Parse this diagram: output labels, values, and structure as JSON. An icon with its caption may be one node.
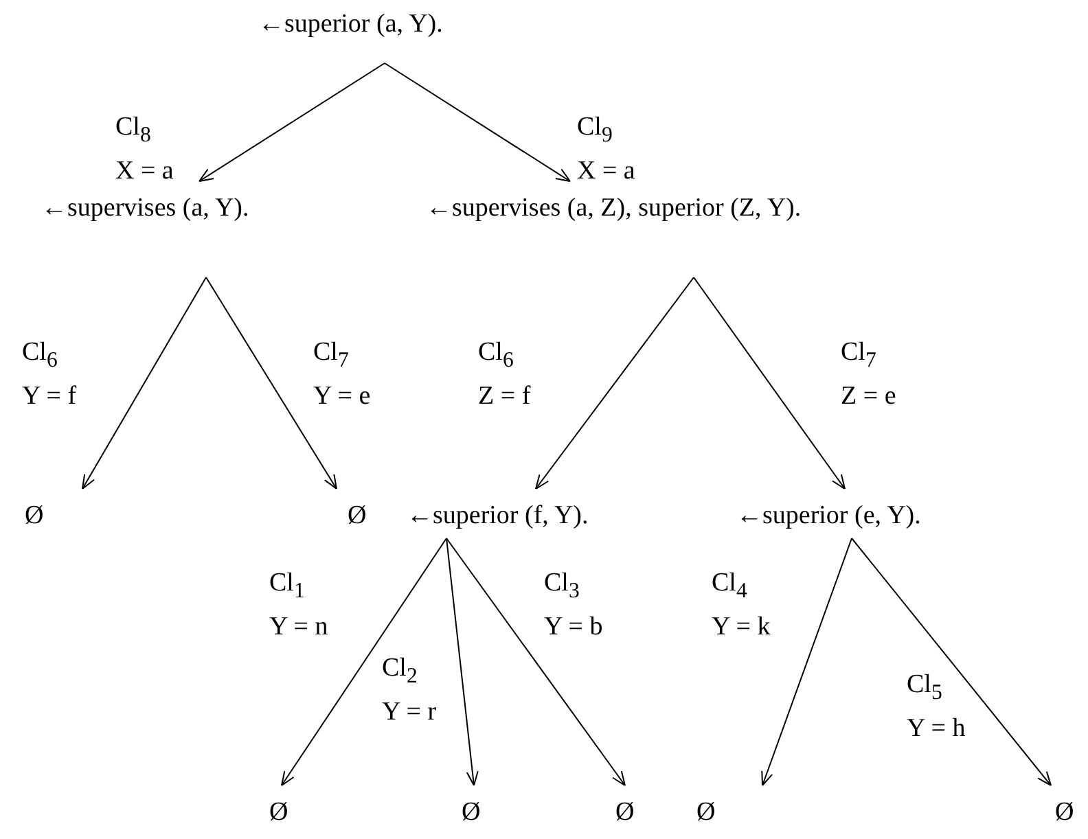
{
  "diagram": {
    "nodes": [
      {
        "text": [
          "←superior (a, Y)."
        ]
      },
      {
        "text": [
          "←supervises (a, Y)."
        ]
      },
      {
        "text": [
          "←supervises (a, Z), superior (Z, Y)."
        ]
      },
      {
        "text": [
          "Ø"
        ]
      },
      {
        "text": [
          "Ø"
        ]
      },
      {
        "text": [
          "←superior (f, Y)."
        ]
      },
      {
        "text": [
          "←superior (e, Y)."
        ]
      },
      {
        "text": [
          "Ø"
        ]
      },
      {
        "text": [
          "Ø"
        ]
      },
      {
        "text": [
          "Ø"
        ]
      },
      {
        "text": [
          "Ø"
        ]
      },
      {
        "text": [
          "Ø"
        ]
      }
    ],
    "edges": [
      {
        "from": 0,
        "to": 1,
        "arrow": "to",
        "label": "Cl$_{8}$ X = a"
      },
      {
        "from": 0,
        "to": 2,
        "arrow": "to",
        "label": "Cl$_{9}$ X = a"
      },
      {
        "from": 1,
        "to": 3,
        "arrow": "to",
        "label": "Cl$_{6}$ Y = f"
      },
      {
        "from": 1,
        "to": 4,
        "arrow": "to",
        "label": "Cl$_{7}$ Y = e"
      },
      {
        "from": 2,
        "to": 5,
        "arrow": "to",
        "label": "Cl$_{6}$ Z = f"
      },
      {
        "from": 2,
        "to": 6,
        "arrow": "to",
        "label": "Cl$_{7}$ Z = e"
      },
      {
        "from": 5,
        "to": 7,
        "arrow": "to",
        "label": "Cl$_{1}$ Y = n"
      },
      {
        "from": 5,
        "to": 8,
        "arrow": "to",
        "label": "Cl$_{2}$ Y = r"
      },
      {
        "from": 5,
        "to": 9,
        "arrow": "to",
        "label": "Cl$_{3}$ Y = b"
      },
      {
        "from": 6,
        "to": 10,
        "arrow": "to",
        "label": "Cl$_{4}$ Y = k"
      },
      {
        "from": 6,
        "to": 11,
        "arrow": "to",
        "label": "Cl$_{5}$ Y = h"
      }
    ]
  }
}
